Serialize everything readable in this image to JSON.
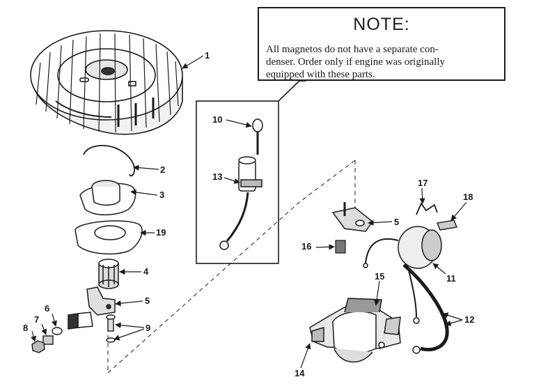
{
  "note": {
    "title": "NOTE:",
    "lines": [
      "All magnetos do not have a separate con-",
      "denser. Order only if engine was originally",
      "equipped with these parts."
    ]
  },
  "callouts": {
    "c1": "1",
    "c2": "2",
    "c3": "3",
    "c19": "19",
    "c4": "4",
    "c5a": "5",
    "c6": "6",
    "c7": "7",
    "c8": "8",
    "c9": "9",
    "c10": "10",
    "c13": "13",
    "c5b": "5",
    "c16": "16",
    "c17": "17",
    "c18": "18",
    "c11": "11",
    "c15": "15",
    "c12": "12",
    "c14": "14"
  },
  "colors": {
    "ink": "#1a1a1a",
    "paper": "#ffffff"
  }
}
